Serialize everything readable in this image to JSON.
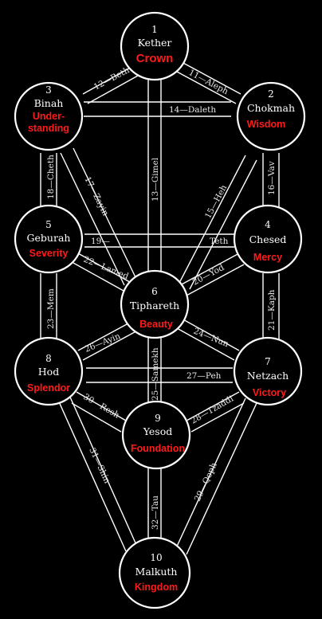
{
  "colors": {
    "background": "#000000",
    "line": "#ffffff",
    "text": "#ffffff",
    "meaning": "#ff1a1a"
  },
  "sephiroth": {
    "kether": {
      "number": "1",
      "name": "Kether",
      "meaning": "Crown"
    },
    "binah": {
      "number": "3",
      "name": "Binah",
      "meaning_line1": "Under-",
      "meaning_line2": "standing"
    },
    "chokmah": {
      "number": "2",
      "name": "Chokmah",
      "meaning": "Wisdom"
    },
    "geburah": {
      "number": "5",
      "name": "Geburah",
      "meaning": "Severity"
    },
    "chesed": {
      "number": "4",
      "name": "Chesed",
      "meaning": "Mercy"
    },
    "tiphareth": {
      "number": "6",
      "name": "Tiphareth",
      "meaning": "Beauty"
    },
    "hod": {
      "number": "8",
      "name": "Hod",
      "meaning": "Splendor"
    },
    "netzach": {
      "number": "7",
      "name": "Netzach",
      "meaning": "Victory"
    },
    "yesod": {
      "number": "9",
      "name": "Yesod",
      "meaning": "Foundation"
    },
    "malkuth": {
      "number": "10",
      "name": "Malkuth",
      "meaning": "Kingdom"
    }
  },
  "paths": {
    "p11": "11—Aleph",
    "p12": "12—Beth",
    "p13": "13—Gimel",
    "p14": "14—Daleth",
    "p15": "15—Heh",
    "p16": "16—Vav",
    "p17": "17—Zayin",
    "p18": "18—Cheth",
    "p19a": "19—",
    "p19b": "Teth",
    "p20": "20—Yod",
    "p21": "21—Kaph",
    "p22": "22—Lamed",
    "p23": "23—Mem",
    "p24": "24—Nun",
    "p25": "25—Samekh",
    "p26": "26—Ayin",
    "p27": "27—Peh",
    "p28": "28—Tzaddi",
    "p29": "29—Qoph",
    "p30": "30—Resh",
    "p31": "31—Shin",
    "p32": "32—Tau"
  }
}
